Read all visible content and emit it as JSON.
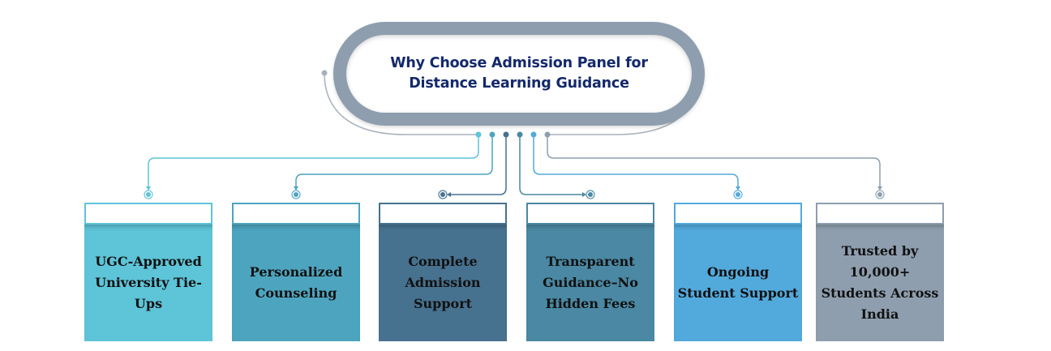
{
  "diagram": {
    "title_line1": "Why Choose Admission Panel for",
    "title_line2": "Distance Learning Guidance",
    "colors": {
      "pill_ring": "#8e9eae",
      "title_text": "#14296b",
      "connector_grey": "#a8b1bb"
    },
    "cards": [
      {
        "label": "UGC-Approved University Tie-Ups",
        "color": "#5ec4d8",
        "line_color": "#5ec4d8"
      },
      {
        "label": "Personalized Counseling",
        "color": "#4da4be",
        "line_color": "#4da4be"
      },
      {
        "label": "Complete Admission Support",
        "color": "#46718f",
        "line_color": "#46718f"
      },
      {
        "label": "Transparent Guidance–No Hidden Fees",
        "color": "#4a88a3",
        "line_color": "#4a88a3"
      },
      {
        "label": "Ongoing Student Support",
        "color": "#52a9dc",
        "line_color": "#52a9dc"
      },
      {
        "label": "Trusted by 10,000+ Students Across India",
        "color": "#8e9eae",
        "line_color": "#8e9eae"
      }
    ]
  }
}
